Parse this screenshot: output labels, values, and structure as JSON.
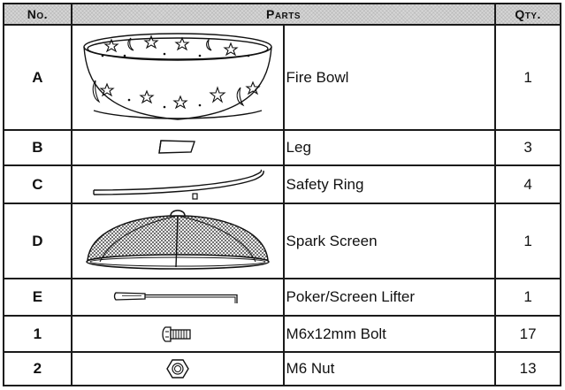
{
  "header": {
    "no": "No.",
    "parts": "Parts",
    "qty": "Qty."
  },
  "rows": [
    {
      "no": "A",
      "name": "Fire Bowl",
      "qty": "1",
      "icon": "fire-bowl"
    },
    {
      "no": "B",
      "name": "Leg",
      "qty": "3",
      "icon": "leg"
    },
    {
      "no": "C",
      "name": "Safety Ring",
      "qty": "4",
      "icon": "safety-ring"
    },
    {
      "no": "D",
      "name": "Spark Screen",
      "qty": "1",
      "icon": "spark-screen"
    },
    {
      "no": "E",
      "name": "Poker/Screen Lifter",
      "qty": "1",
      "icon": "poker"
    },
    {
      "no": "1",
      "name": "M6x12mm Bolt",
      "qty": "17",
      "icon": "bolt"
    },
    {
      "no": "2",
      "name": "M6 Nut",
      "qty": "13",
      "icon": "nut"
    }
  ]
}
